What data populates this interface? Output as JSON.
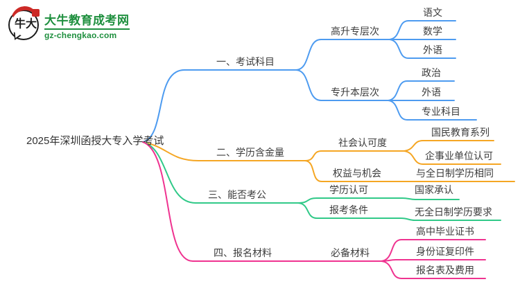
{
  "logo": {
    "site_name": "大牛教育成考网",
    "site_url": "gz-chengkao.com",
    "mark_text": "大牛",
    "brand_green": "#1e8f3e",
    "brand_red": "#cc2a26"
  },
  "root": {
    "label": "2025年深圳函授大专入学考试"
  },
  "branches": [
    {
      "label": "一、考试科目",
      "color": "#4d9bf0",
      "children": [
        {
          "label": "高升专层次",
          "children": [
            {
              "label": "语文"
            },
            {
              "label": "数学"
            },
            {
              "label": "外语"
            }
          ]
        },
        {
          "label": "专升本层次",
          "children": [
            {
              "label": "政治"
            },
            {
              "label": "外语"
            },
            {
              "label": "专业科目"
            }
          ]
        }
      ]
    },
    {
      "label": "二、学历含金量",
      "color": "#f5a623",
      "children": [
        {
          "label": "社会认可度",
          "children": [
            {
              "label": "国民教育系列"
            },
            {
              "label": "企事业单位认可"
            }
          ]
        },
        {
          "label": "权益与机会",
          "children": [
            {
              "label": "与全日制学历相同"
            }
          ]
        }
      ]
    },
    {
      "label": "三、能否考公",
      "color": "#30c988",
      "children": [
        {
          "label": "学历认可",
          "children": [
            {
              "label": "国家承认"
            }
          ]
        },
        {
          "label": "报考条件",
          "children": [
            {
              "label": "无全日制学历要求"
            }
          ]
        }
      ]
    },
    {
      "label": "四、报名材料",
      "color": "#ef3390",
      "children": [
        {
          "label": "必备材料",
          "children": [
            {
              "label": "高中毕业证书"
            },
            {
              "label": "身份证复印件"
            },
            {
              "label": "报名表及费用"
            }
          ]
        }
      ]
    }
  ]
}
